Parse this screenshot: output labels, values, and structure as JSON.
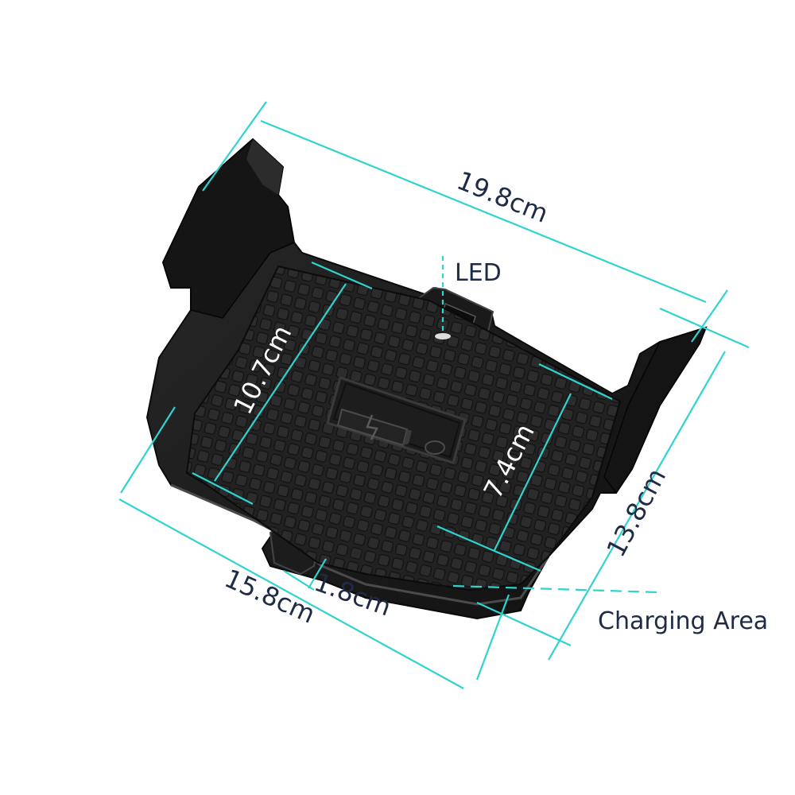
{
  "labels": {
    "width": "19.8cm",
    "depth": "13.8cm",
    "front_width": "15.8cm",
    "pad_length": "10.7cm",
    "pad_width": "7.4cm",
    "tab": "1.8cm",
    "led": "LED",
    "charging_area": "Charging Area"
  },
  "colors": {
    "dimension_line": "#2fd3cf",
    "label_text": "#1f2a44",
    "tray_body": "#1b1b1b",
    "tray_face": "#262626"
  },
  "icons": {
    "charging": "battery-bolt-icon"
  }
}
